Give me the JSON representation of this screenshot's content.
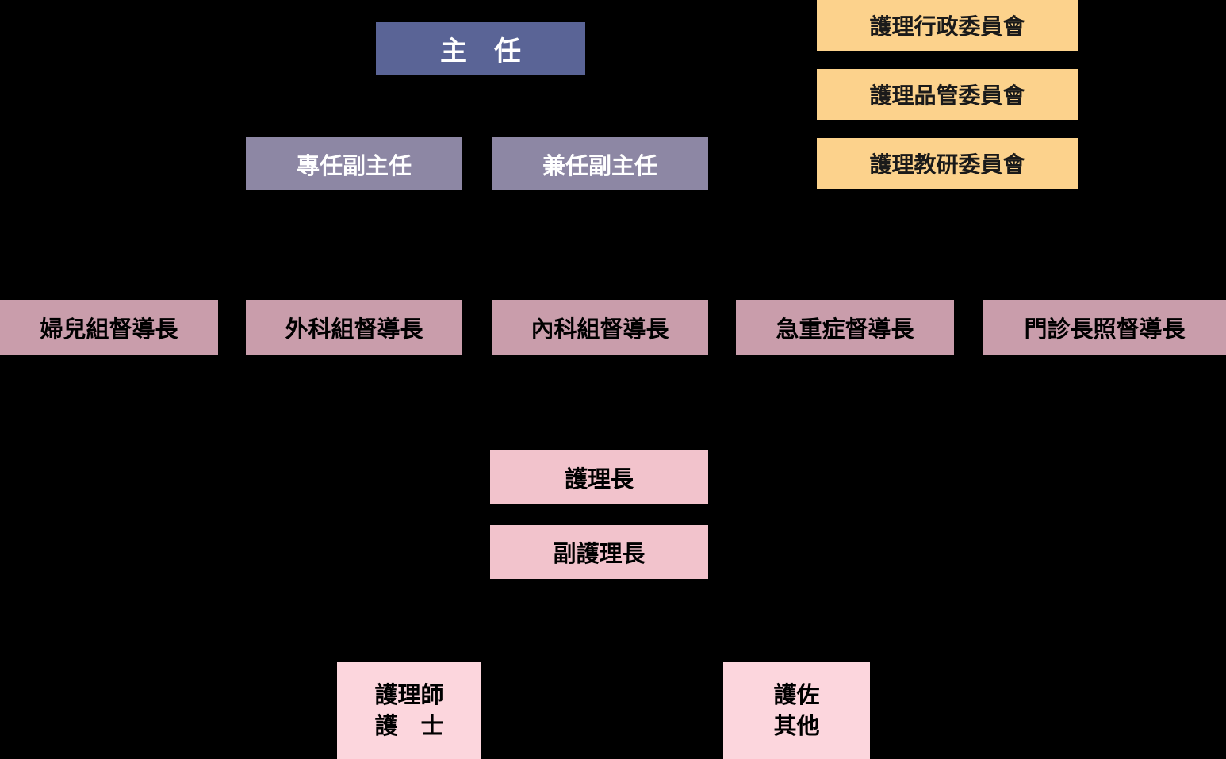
{
  "org_chart": {
    "description": "Nursing department organization chart",
    "colors": {
      "background": "#000000",
      "director_box": "#5a6496",
      "deputy_box": "#8d87a4",
      "committee_box": "#fcd28c",
      "supervisor_box": "#c99dab",
      "head_nurse_box": "#f2c3cc",
      "staff_box": "#fcd6dd"
    },
    "director": {
      "label": "主　任"
    },
    "committees": [
      {
        "label": "護理行政委員會"
      },
      {
        "label": "護理品管委員會"
      },
      {
        "label": "護理教研委員會"
      }
    ],
    "deputies": [
      {
        "label": "專任副主任"
      },
      {
        "label": "兼任副主任"
      }
    ],
    "supervisors": [
      {
        "label": "婦兒組督導長"
      },
      {
        "label": "外科組督導長"
      },
      {
        "label": "內科組督導長"
      },
      {
        "label": "急重症督導長"
      },
      {
        "label": "門診長照督導長"
      }
    ],
    "head_nurse": {
      "label": "護理長"
    },
    "deputy_head_nurse": {
      "label": "副護理長"
    },
    "staff": [
      {
        "line1": "護理師",
        "line2": "護　士"
      },
      {
        "line1": "護佐",
        "line2": "其他"
      }
    ]
  }
}
